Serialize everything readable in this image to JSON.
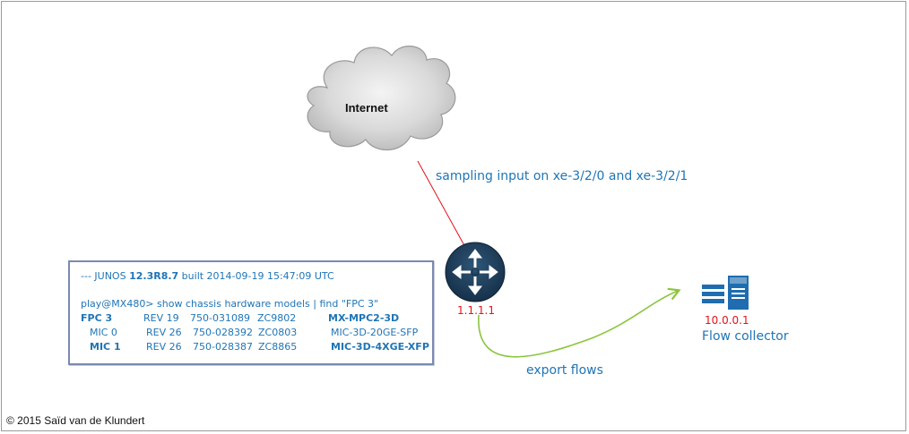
{
  "labels": {
    "internet": "Internet",
    "sampling": "sampling input on xe-3/2/0 and xe-3/2/1",
    "router_ip": "1.1.1.1",
    "collector_ip": "10.0.0.1",
    "collector_name": "Flow collector",
    "export": "export flows",
    "copyright": "© 2015 Saïd van de Klundert"
  },
  "cli": {
    "header_pre": "--- JUNOS ",
    "header_version": "12.3R8.7",
    "header_post": " built 2014-09-19 15:47:09 UTC",
    "command": "play@MX480> show chassis hardware models | find \"FPC 3\"",
    "rows": [
      {
        "item": "FPC 3",
        "rev": "REV 19",
        "part": "750-031089",
        "serial": "ZC9802",
        "model": "MX-MPC2-3D"
      },
      {
        "item": "MIC 0",
        "rev": "REV 26",
        "part": "750-028392",
        "serial": "ZC0803",
        "model": "MIC-3D-20GE-SFP"
      },
      {
        "item": "MIC 1",
        "rev": "REV 26",
        "part": "750-028387",
        "serial": "ZC8865",
        "model": "MIC-3D-4XGE-XFP"
      }
    ]
  },
  "colors": {
    "accent_blue": "#1f75b5",
    "ip_red": "#e3121b",
    "link_red": "#e3121b",
    "flow_green": "#8bc53f",
    "router_dark": "#1d3b57",
    "server_blue": "#1f6db0"
  },
  "icons": {
    "cloud": "cloud-icon",
    "router": "router-icon",
    "server": "server-icon"
  }
}
